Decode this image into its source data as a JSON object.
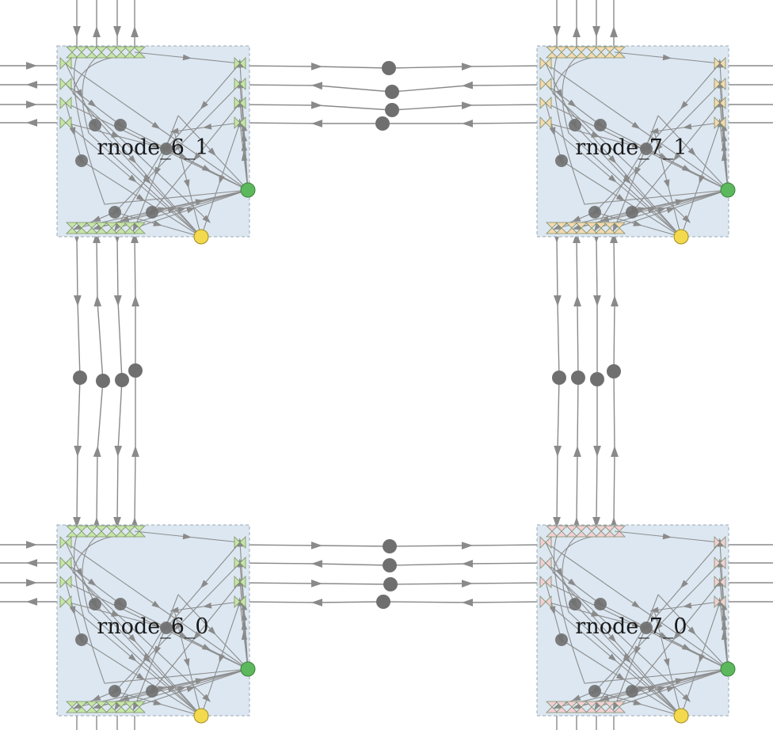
{
  "nodes": [
    {
      "id": "rnode_6_1",
      "label": "rnode_6_1",
      "pin_color": "#c6e6a6"
    },
    {
      "id": "rnode_7_1",
      "label": "rnode_7_1",
      "pin_color": "#f6d9ae"
    },
    {
      "id": "rnode_6_0",
      "label": "rnode_6_0",
      "pin_color": "#c6e6a6"
    },
    {
      "id": "rnode_7_0",
      "label": "rnode_7_0",
      "pin_color": "#f4cfd6"
    }
  ],
  "colors": {
    "node_fill": "#dce7f1",
    "node_border": "#9aa8b6",
    "edge": "#8a8a8a",
    "channel_dot": "#6f6f6f",
    "input_pin": "#5cb85c",
    "output_pin": "#f2d94e"
  }
}
